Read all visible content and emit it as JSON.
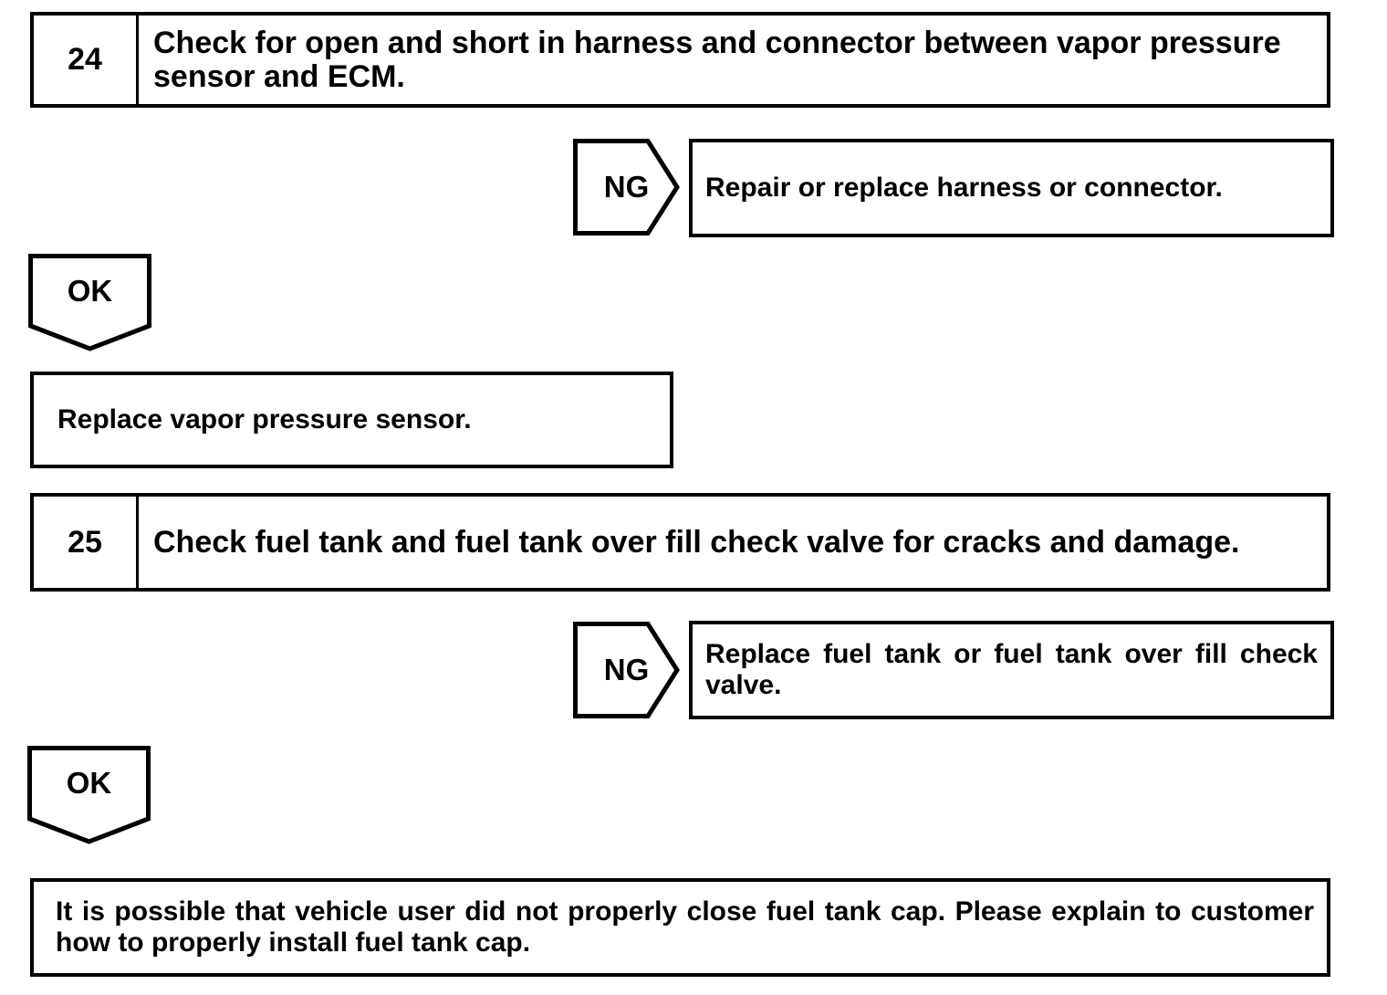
{
  "page": {
    "background_color": "#ffffff",
    "ink_color": "#000000"
  },
  "flowchart": {
    "steps": [
      {
        "number": "24",
        "instruction": "Check for open and short in harness and connector between vapor pressure sensor and ECM.",
        "ng": {
          "label": "NG",
          "action": "Repair or replace harness or connector."
        },
        "ok": {
          "label": "OK",
          "action": "Replace vapor pressure sensor."
        }
      },
      {
        "number": "25",
        "instruction": "Check fuel tank and fuel tank over fill check valve for cracks and damage.",
        "ng": {
          "label": "NG",
          "action": "Replace fuel tank or fuel tank over fill check valve."
        },
        "ok": {
          "label": "OK",
          "action": "It is possible that vehicle user did not properly close fuel tank cap. Please explain to customer how to properly install fuel tank cap."
        }
      }
    ]
  }
}
